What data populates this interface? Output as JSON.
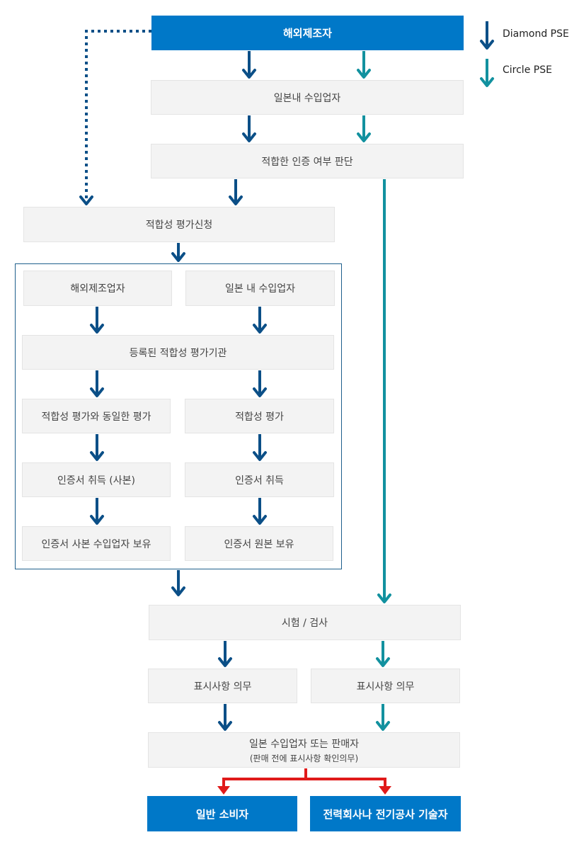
{
  "colors": {
    "diamond": "#0b4f87",
    "circle": "#12919f",
    "consumer_split": "#e01a1a",
    "header_fill": "#0078c8",
    "box_fill": "#f3f3f3",
    "frame": "#1e5f8c"
  },
  "legend": {
    "diamond": "Diamond PSE",
    "circle": "Circle PSE"
  },
  "nodes": {
    "overseas_maker": "해외제조자",
    "jp_importer": "일본내 수입업자",
    "cert_judgment": "적합한 인증 여부 판단",
    "assessment_application": "적합성 평가신청",
    "overseas_maker_business": "해외제조업자",
    "jp_domestic_importer": "일본 내 수입업자",
    "registered_body": "등록된 적합성 평가기관",
    "equivalent_assessment": "적합성 평가와 동일한 평가",
    "conformity_assessment": "적합성 평가",
    "cert_copy_obtained": "인증서 취득 (사본)",
    "cert_obtained": "인증서 취득",
    "copy_held": "인증서 사본 수입업자 보유",
    "original_held": "인증서 원본 보유",
    "test_inspection": "시험 / 검사",
    "labeling_left": "표시사항 의무",
    "labeling_right": "표시사항 의무",
    "importer_or_seller": "일본 수입업자 또는 판매자",
    "importer_or_seller_note": "(판매 전에 표시사항 확인의무)",
    "general_consumer": "일반 소비자",
    "power_company": "전력회사나 전기공사 기술자"
  }
}
